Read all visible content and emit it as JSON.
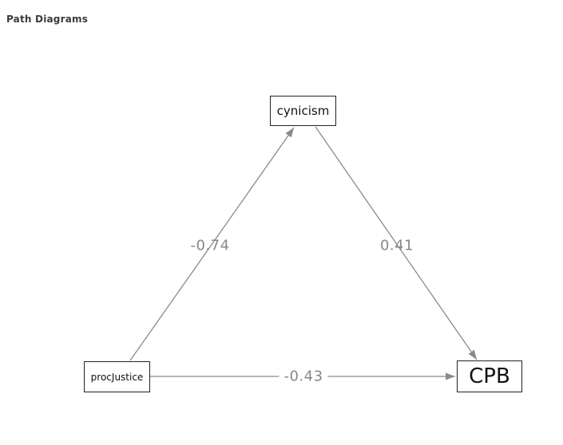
{
  "header": {
    "title": "Path Diagrams"
  },
  "diagram": {
    "type": "path-diagram",
    "nodes": [
      {
        "id": "cynicism",
        "label": "cynicism"
      },
      {
        "id": "procJustice",
        "label": "procJustice"
      },
      {
        "id": "CPB",
        "label": "CPB"
      }
    ],
    "edges": [
      {
        "from": "procJustice",
        "to": "cynicism",
        "coefficient": "-0.74"
      },
      {
        "from": "cynicism",
        "to": "CPB",
        "coefficient": "0.41"
      },
      {
        "from": "procJustice",
        "to": "CPB",
        "coefficient": "-0.43"
      }
    ],
    "colors": {
      "edge": "#8a8a8a",
      "edge_label": "#878787",
      "node_border": "#222222",
      "node_fill": "#ffffff",
      "node_text": "#111111",
      "title_text": "#3b3b3b",
      "background": "#ffffff"
    }
  }
}
